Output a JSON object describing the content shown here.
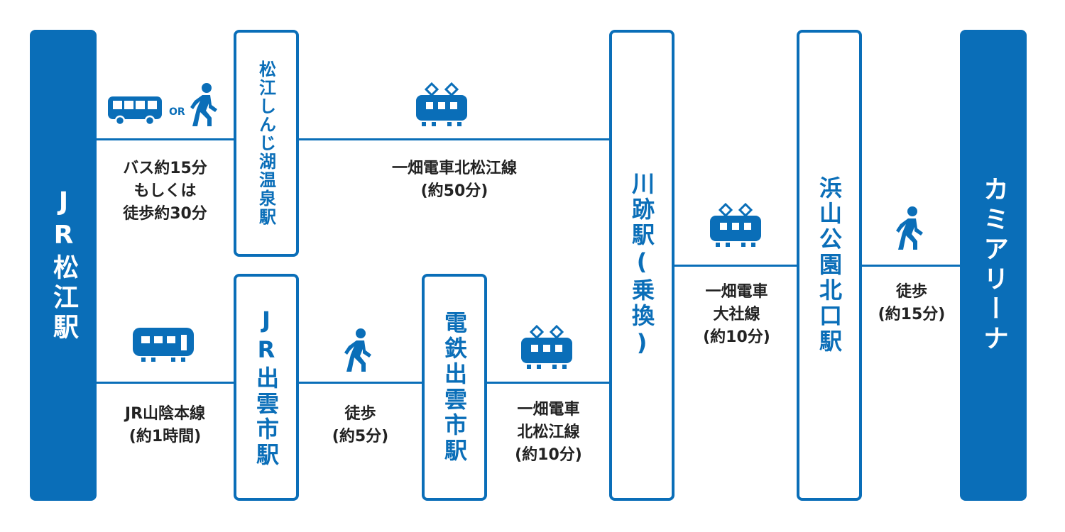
{
  "colors": {
    "primary": "#0a6eb8",
    "text": "#222222"
  },
  "stations": {
    "jr_matsue": "JR松江駅",
    "matsue_shinjiko_onsen": "松江しんじ湖温泉駅",
    "jr_izumoshi": "JR出雲市駅",
    "dentetsu_izumoshi": "電鉄出雲市駅",
    "kawato": "川跡駅(乗換)",
    "hamayama_koen_kitaguchi": "浜山公園北口駅",
    "kami_arena": "カミアリーナ"
  },
  "routes": {
    "bus_or_walk": {
      "icons": [
        "bus-icon",
        "walk-icon"
      ],
      "or_label": "OR",
      "lines": [
        "バス約15分",
        "もしくは",
        "徒歩約30分"
      ]
    },
    "kita_matsue_long": {
      "icon": "train-icon",
      "lines": [
        "一畑電車北松江線",
        "(約50分)"
      ]
    },
    "jr_sanin": {
      "icon": "jr-train-icon",
      "lines": [
        "JR山陰本線",
        "(約1時間)"
      ]
    },
    "walk_5": {
      "icon": "walk-icon",
      "lines": [
        "徒歩",
        "(約5分)"
      ]
    },
    "kita_matsue_short": {
      "icon": "train-icon",
      "lines": [
        "一畑電車",
        "北松江線",
        "(約10分)"
      ]
    },
    "taisha": {
      "icon": "train-icon",
      "lines": [
        "一畑電車",
        "大社線",
        "(約10分)"
      ]
    },
    "walk_15": {
      "icon": "walk-icon",
      "lines": [
        "徒歩",
        "(約15分)"
      ]
    }
  }
}
